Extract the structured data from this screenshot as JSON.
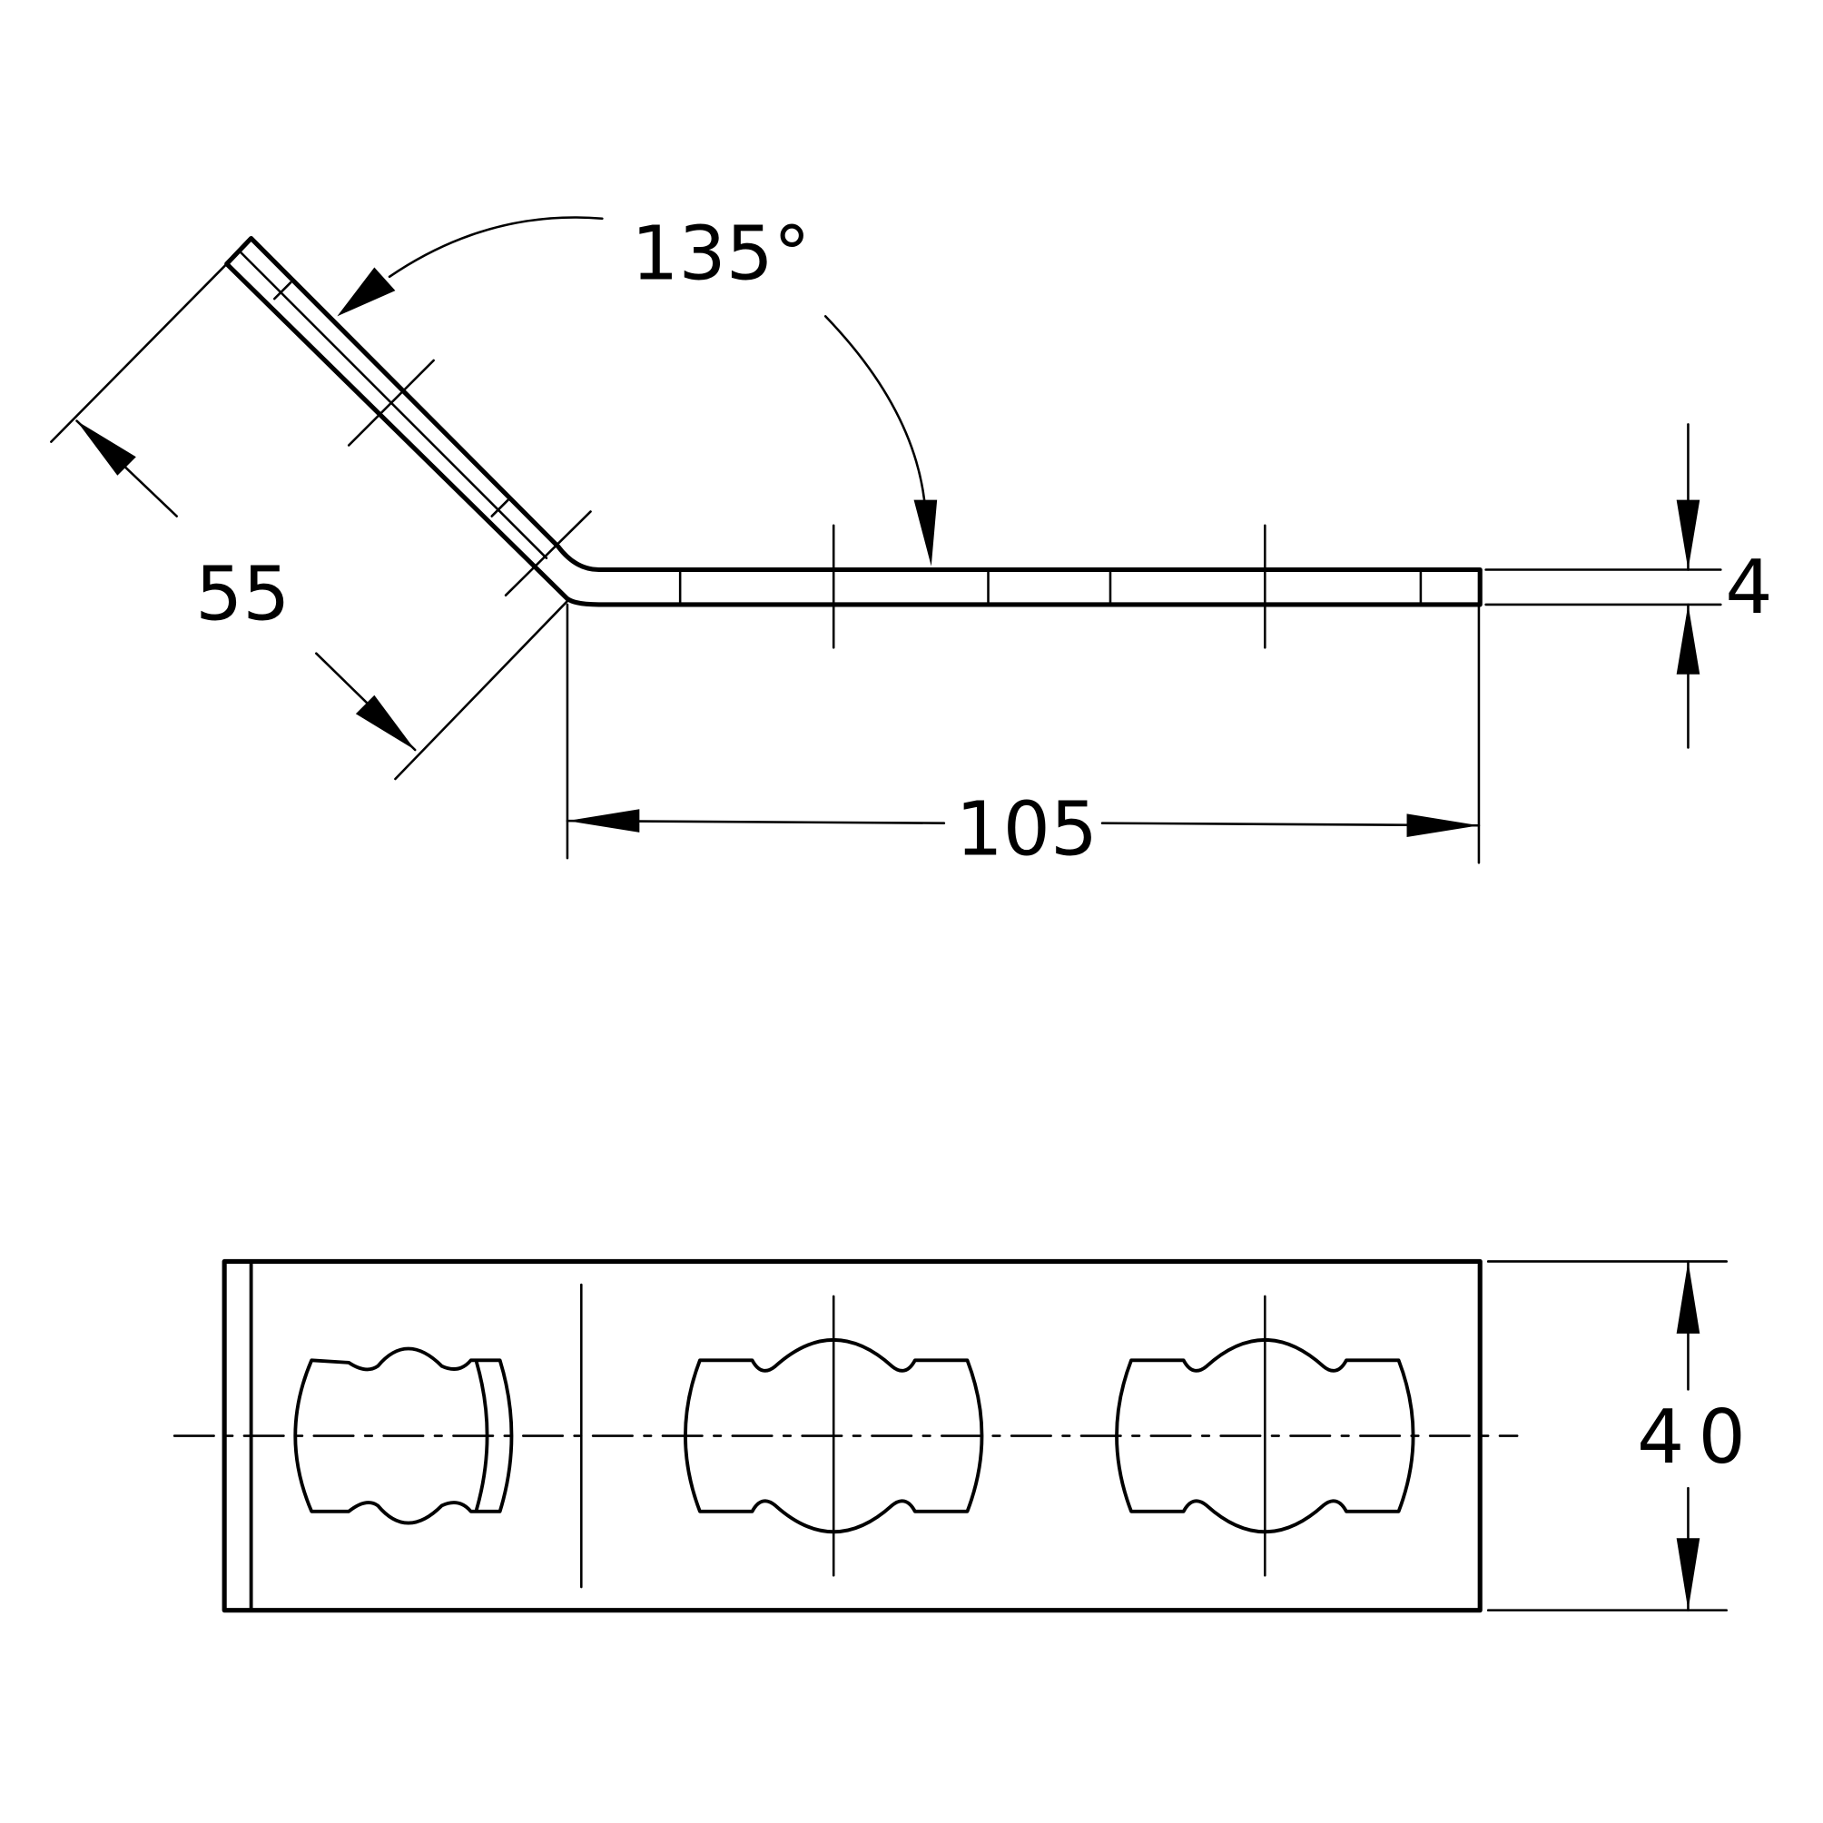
{
  "drawing": {
    "side_view": {
      "angle_label": "135°",
      "leg_length_label": "55",
      "base_length_label": "105",
      "thickness_label": "4"
    },
    "plan_view": {
      "width_label": "40"
    },
    "colors": {
      "line": "#000000",
      "background": "#ffffff"
    }
  }
}
